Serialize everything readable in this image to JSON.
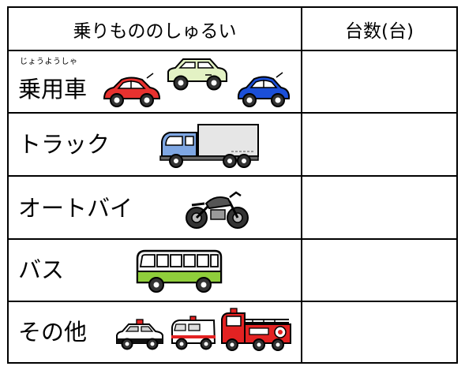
{
  "table": {
    "header": {
      "col1": "乗りもののしゅるい",
      "col2": "台数(台)"
    },
    "rows": [
      {
        "label": "乗用車",
        "furigana": "じょうようしゃ",
        "count": ""
      },
      {
        "label": "トラック",
        "count": ""
      },
      {
        "label": "オートバイ",
        "count": ""
      },
      {
        "label": "バス",
        "count": ""
      },
      {
        "label": "その他",
        "count": ""
      }
    ]
  },
  "colors": {
    "car_red": "#e8312f",
    "car_green": "#e3f2c4",
    "car_blue": "#1b4fd8",
    "truck_cab": "#7fa7e3",
    "truck_box": "#e6e6e6",
    "bus_green": "#8fce3b",
    "bus_white": "#f4f4f4",
    "fire_red": "#e32222",
    "border": "#000000"
  },
  "icons": [
    "car-red-icon",
    "car-green-icon",
    "car-blue-icon",
    "truck-icon",
    "motorcycle-icon",
    "bus-icon",
    "police-car-icon",
    "ambulance-icon",
    "fire-truck-icon"
  ]
}
